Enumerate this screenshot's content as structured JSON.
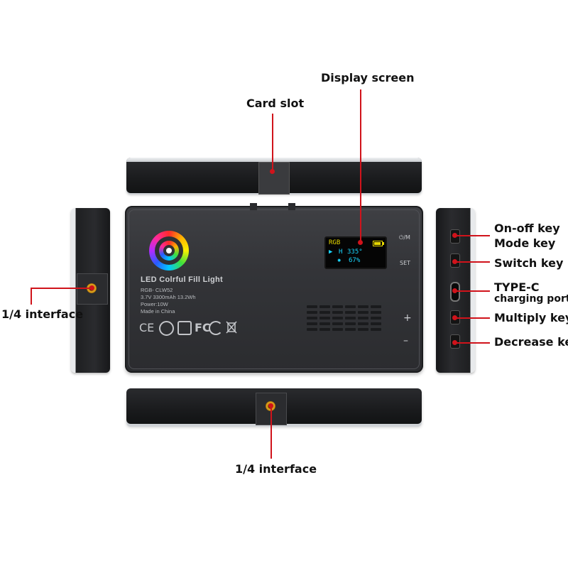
{
  "callouts": {
    "display_screen": "Display screen",
    "card_slot": "Card slot",
    "interface_left": "1/4 interface",
    "interface_bottom": "1/4 interface",
    "on_off_key": "On-off key",
    "mode_key": "Mode key",
    "switch_key": "Switch key",
    "type_c": "TYPE-C",
    "charging_port": "charging port",
    "multiply_key": "Multiply key",
    "decrease_key": "Decrease key"
  },
  "panel": {
    "title": "LED Colrful Fill Light",
    "model": "RGB- CLW52",
    "battery": "3.7V 3300mAh 13.2Wh",
    "power": "Power:10W",
    "origin": "Made in China",
    "button_power_mode": "⏻/M",
    "button_set": "SET",
    "button_plus": "+",
    "button_minus": "–",
    "certifications": [
      "CE",
      "FC"
    ]
  },
  "screen": {
    "mode": "RGB",
    "hue_label": "H",
    "hue_value": "335°",
    "brightness_value": "67%"
  },
  "colors": {
    "callout_red": "#d0131b",
    "screen_yellow": "#e7d800",
    "screen_cyan": "#19d6ff"
  }
}
